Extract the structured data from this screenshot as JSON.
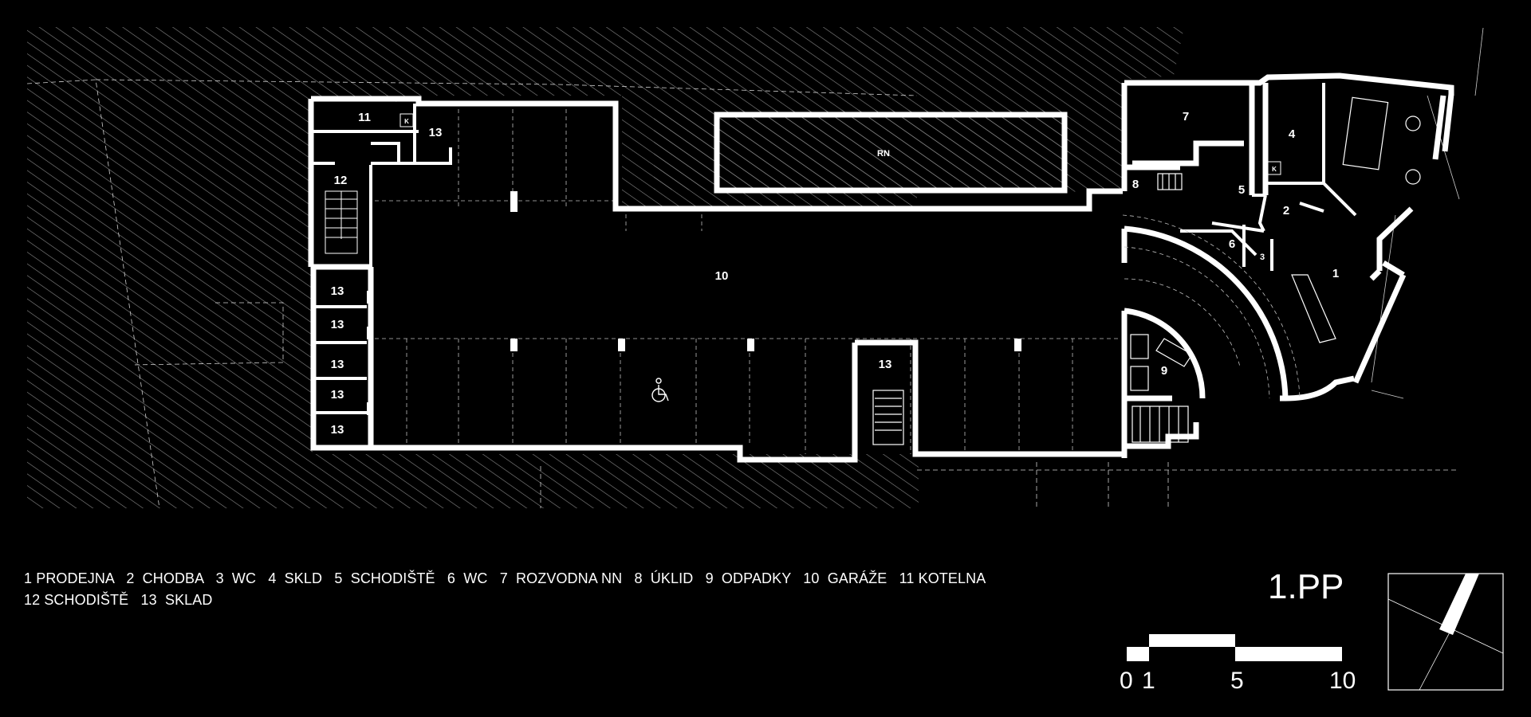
{
  "rooms": {
    "r1": "1",
    "r2": "2",
    "r3": "3",
    "r4": "4",
    "r5": "5",
    "r6": "6",
    "r7": "7",
    "r8": "8",
    "r9": "9",
    "r10": "10",
    "r11": "11",
    "r12": "12",
    "r13": "13",
    "rn": "RN",
    "k": "K"
  },
  "legend": {
    "line1": "1 PRODEJNA   2  CHODBA   3  WC   4  SKLD   5  SCHODIŠTĚ   6  WC   7  ROZVODNA NN   8  ÚKLID   9  ODPADKY   10  GARÁŽE   11 KOTELNA",
    "line2": "12 SCHODIŠTĚ   13  SKLAD"
  },
  "level": "1.PP",
  "scale": {
    "t0": "0",
    "t1": "1",
    "t5": "5",
    "t10": "10"
  },
  "colors": {
    "background": "#000000",
    "wall": "#ffffff",
    "hatch": "#888888"
  }
}
